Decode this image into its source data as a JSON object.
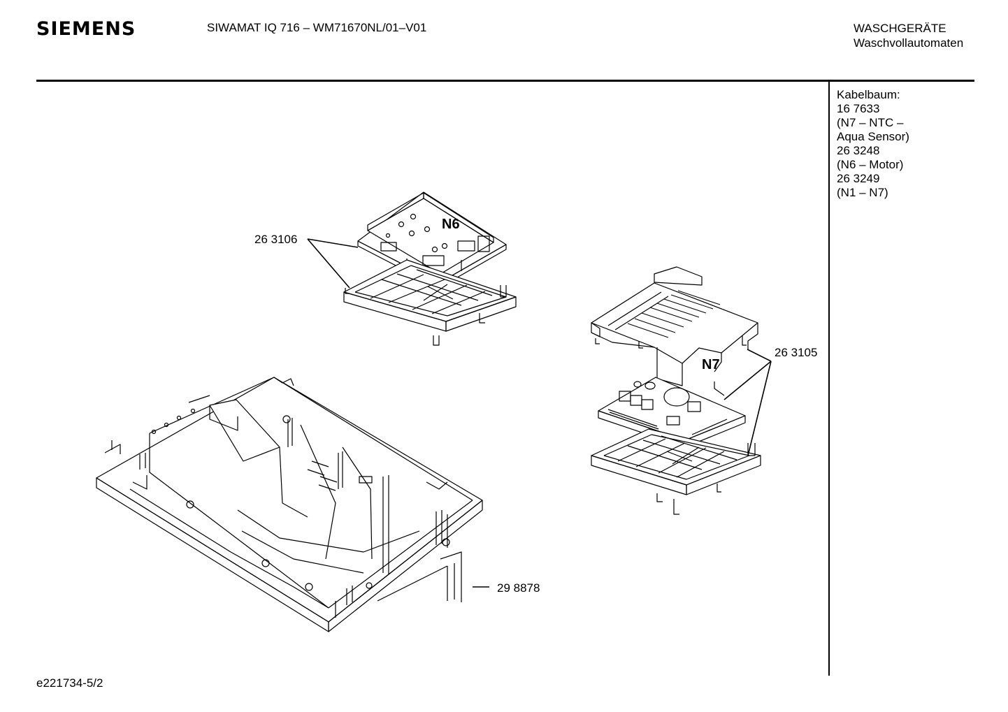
{
  "header": {
    "brand": "SIEMENS",
    "model": "SIWAMAT IQ 716 – WM71670NL/01–V01",
    "category_line1": "WASCHGERÄTE",
    "category_line2": "Waschvollautomaten"
  },
  "sidebar": {
    "lines": [
      "Kabelbaum:",
      "16 7633",
      "(N7 – NTC –",
      "Aqua Sensor)",
      "26 3248",
      "(N6 – Motor)",
      "26 3249",
      "(N1 – N7)"
    ]
  },
  "diagram": {
    "labels": {
      "n6": "N6",
      "n7": "N7",
      "part_n6": "26 3106",
      "part_n7": "26 3105",
      "part_frame": "29 8878"
    }
  },
  "footer": {
    "code": "e221734-5/2"
  }
}
